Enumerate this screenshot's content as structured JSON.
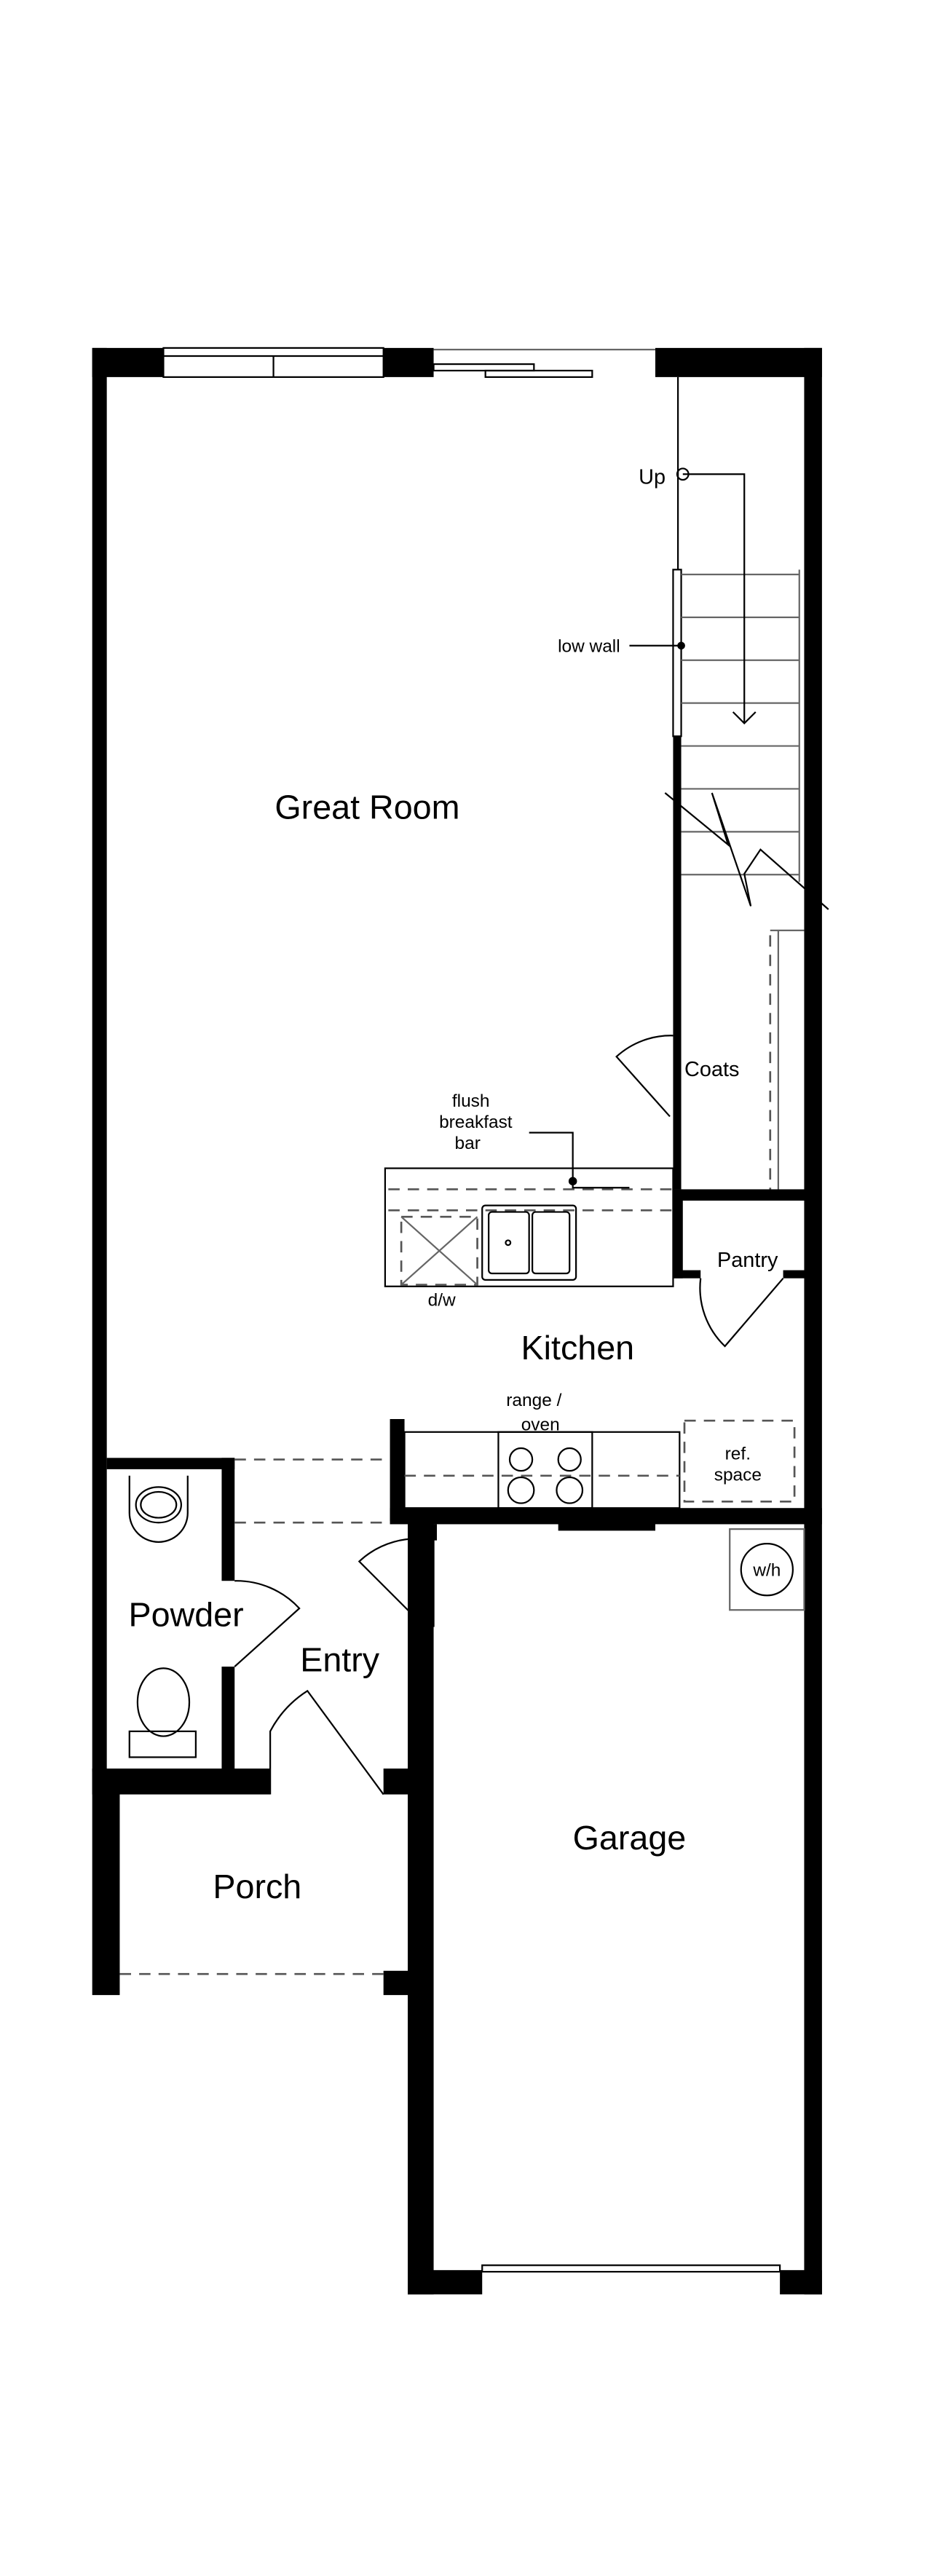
{
  "floorplan": {
    "rooms": {
      "great_room": "Great Room",
      "kitchen": "Kitchen",
      "coats": "Coats",
      "pantry": "Pantry",
      "powder": "Powder",
      "entry": "Entry",
      "porch": "Porch",
      "garage": "Garage"
    },
    "annotations": {
      "up": "Up",
      "low_wall": "low wall",
      "breakfast_bar_1": "flush",
      "breakfast_bar_2": "breakfast",
      "breakfast_bar_3": "bar",
      "dishwasher": "d/w",
      "range_1": "range /",
      "range_2": "oven",
      "ref_1": "ref.",
      "ref_2": "space",
      "water_heater": "w/h"
    },
    "colors": {
      "walls": "#000000",
      "background": "#ffffff"
    }
  }
}
